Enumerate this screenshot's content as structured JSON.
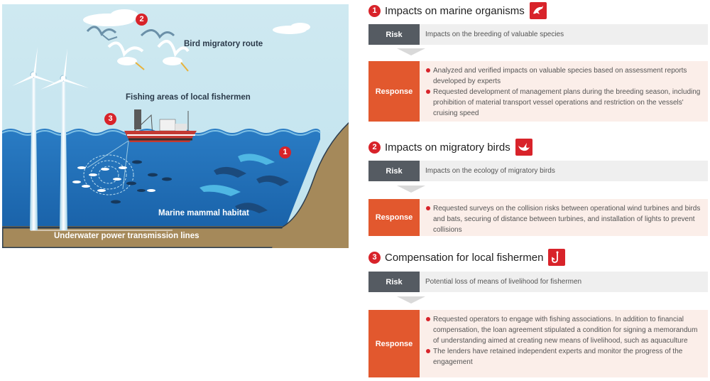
{
  "illustration": {
    "labels": {
      "bird_route": "Bird migratory route",
      "fishing_areas": "Fishing areas of local fishermen",
      "mammal_habitat": "Marine mammal habitat",
      "power_lines": "Underwater power transmission lines"
    },
    "badges": {
      "marine": "1",
      "birds": "2",
      "fishermen": "3"
    }
  },
  "sections": [
    {
      "number": "1",
      "title": "Impacts on marine organisms",
      "icon": "dolphin-icon",
      "risk_label": "Risk",
      "risk": "Impacts on the breeding of valuable species",
      "response_label": "Response",
      "responses": [
        "Analyzed and verified impacts on valuable species based on assessment reports developed by experts",
        "Requested development of management plans during the breeding season, including prohibition of material transport vessel operations and restriction on the vessels' cruising speed"
      ]
    },
    {
      "number": "2",
      "title": "Impacts on migratory birds",
      "icon": "bird-icon",
      "risk_label": "Risk",
      "risk": "Impacts on the ecology of migratory birds",
      "response_label": "Response",
      "responses": [
        "Requested surveys on the collision risks  between operational wind turbines and birds and bats, securing of distance between turbines, and installation of lights to prevent collisions"
      ]
    },
    {
      "number": "3",
      "title": "Compensation for local fishermen",
      "icon": "fishhook-icon",
      "risk_label": "Risk",
      "risk": "Potential loss of means of livelihood for fishermen",
      "response_label": "Response",
      "responses": [
        "Requested operators to engage with fishing associations. In addition to financial compensation, the loan agreement stipulated a condition for signing a memorandum of understanding aimed at creating new means of livelihood, such as aquaculture",
        "The lenders have retained independent experts and monitor the progress of the engagement"
      ]
    }
  ],
  "colors": {
    "accent_red": "#d8232a",
    "response_orange": "#e2582e",
    "risk_gray": "#555b62",
    "sea_blue": "#1f6fb8",
    "sky": "#cfe9f1",
    "seabed": "#a5895a"
  }
}
